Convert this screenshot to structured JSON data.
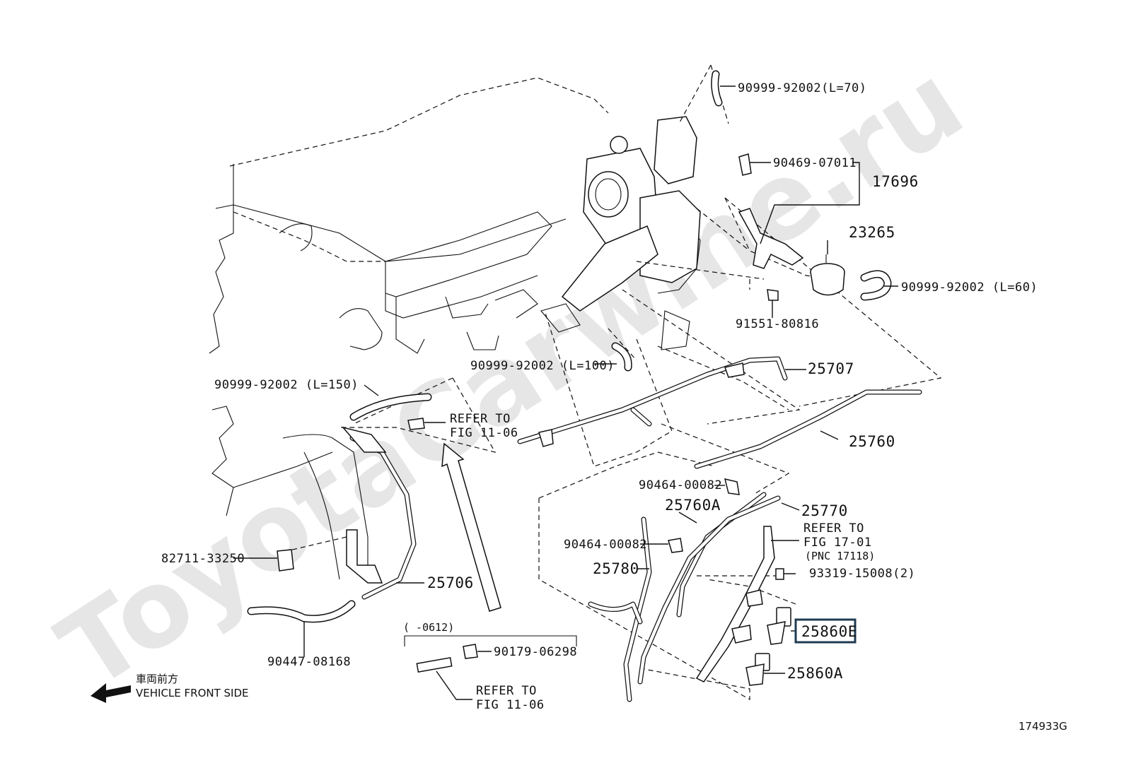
{
  "watermark": "ToyotaCarwine.ru",
  "diagram_id": "174933G",
  "vehicle_front": {
    "japanese": "車両前方",
    "english": "VEHICLE FRONT SIDE"
  },
  "bracket_note": "(      -0612)",
  "labels": {
    "hose_l70": "90999-92002(L=70)",
    "clip_90469": "90469-07011",
    "assy_17696": "17696",
    "filter_23265": "23265",
    "hose_l60": "90999-92002 (L=60)",
    "bolt_91551": "91551-80816",
    "hose_l100": "90999-92002 (L=100)",
    "pipe_25707": "25707",
    "hose_l150": "90999-92002 (L=150)",
    "refer_11_06_top_line1": "REFER TO",
    "refer_11_06_top_line2": "FIG 11-06",
    "pipe_25760": "25760",
    "clamp_90464_a": "90464-00082",
    "pipe_25760a": "25760A",
    "pipe_25770": "25770",
    "refer_17_01_line1": "REFER TO",
    "refer_17_01_line2": "FIG 17-01",
    "refer_17_01_line3": "(PNC 17118)",
    "clamp_90464_b": "90464-00082",
    "bolt_93319": "93319-15008(2)",
    "pipe_25780": "25780",
    "clip_82711": "82711-33250",
    "pipe_25706": "25706",
    "valve_25860e": "25860E",
    "nut_90179": "90179-06298",
    "valve_25860a": "25860A",
    "hose_90447": "90447-08168",
    "refer_11_06_bottom_line1": "REFER TO",
    "refer_11_06_bottom_line2": "FIG 11-06"
  },
  "highlight_color": "#1f3b52"
}
